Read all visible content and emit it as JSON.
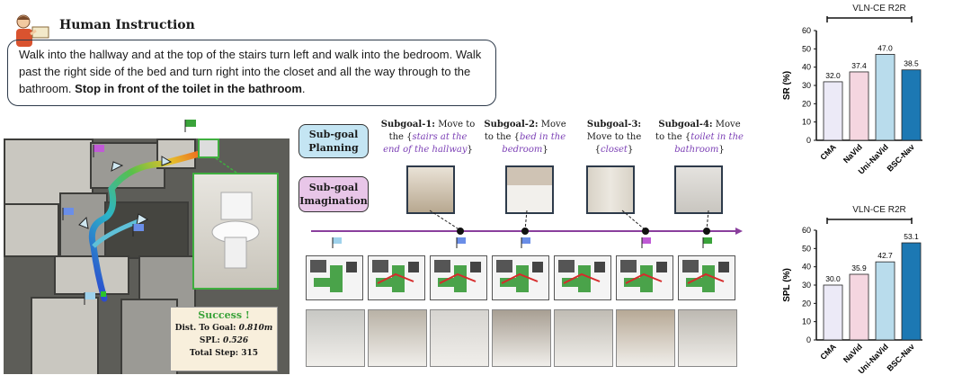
{
  "instruction": {
    "title": "Human Instruction",
    "text_main": "Walk into the hallway and at the top of the stairs turn left and walk into the bedroom.  Walk past the right side of the bed and turn right into the closet and all the way through to the bathroom. ",
    "text_bold": "Stop in front of the toilet in the bathroom",
    "text_end": "."
  },
  "success_box": {
    "title": "Success !",
    "dist_label": "Dist. To Goal: ",
    "dist_value": "0.810m",
    "spl_label": "SPL: ",
    "spl_value": "0.526",
    "steps_label": "Total Step: ",
    "steps_value": "315"
  },
  "subgoal_planning_label": "Sub-goal Planning",
  "subgoal_imagination_label": "Sub-goal Imagination",
  "subgoals": [
    {
      "label": "Subgoal-1:",
      "pre": "Move to the {",
      "target": "stairs at the end of the hallway",
      "post": "}"
    },
    {
      "label": "Subgoal-2:",
      "pre": "Move to the {",
      "target": "bed in the bedroom",
      "post": "}"
    },
    {
      "label": "Subgoal-3:",
      "pre": "Move to the {",
      "target": "closet",
      "post": "}"
    },
    {
      "label": "Subgoal-4:",
      "pre": "Move to the {",
      "target": "toilet in the bathroom",
      "post": "}"
    }
  ],
  "colors": {
    "sr_bars": [
      "#eceaf7",
      "#f5d6e0",
      "#b9dcec",
      "#1c78b3"
    ]
  },
  "chart_data": [
    {
      "type": "bar",
      "title": "VLN-CE R2R",
      "ylabel": "SR (%)",
      "categories": [
        "CMA",
        "NaVid",
        "Uni-NaVid",
        "BSC-Nav"
      ],
      "values": [
        32.0,
        37.4,
        47.0,
        38.5
      ],
      "value_labels": [
        "32.0",
        "37.4",
        "47.0",
        "38.5"
      ],
      "yticks": [
        "0",
        "10",
        "20",
        "30",
        "40",
        "50",
        "60"
      ],
      "ylim": [
        0,
        60
      ]
    },
    {
      "type": "bar",
      "title": "VLN-CE R2R",
      "ylabel": "SPL (%)",
      "categories": [
        "CMA",
        "NaVid",
        "Uni-NaVid",
        "BSC-Nav"
      ],
      "values": [
        30.0,
        35.9,
        42.7,
        53.1
      ],
      "value_labels": [
        "30.0",
        "35.9",
        "42.7",
        "53.1"
      ],
      "yticks": [
        "0",
        "10",
        "20",
        "30",
        "40",
        "50",
        "60"
      ],
      "ylim": [
        0,
        60
      ]
    }
  ]
}
